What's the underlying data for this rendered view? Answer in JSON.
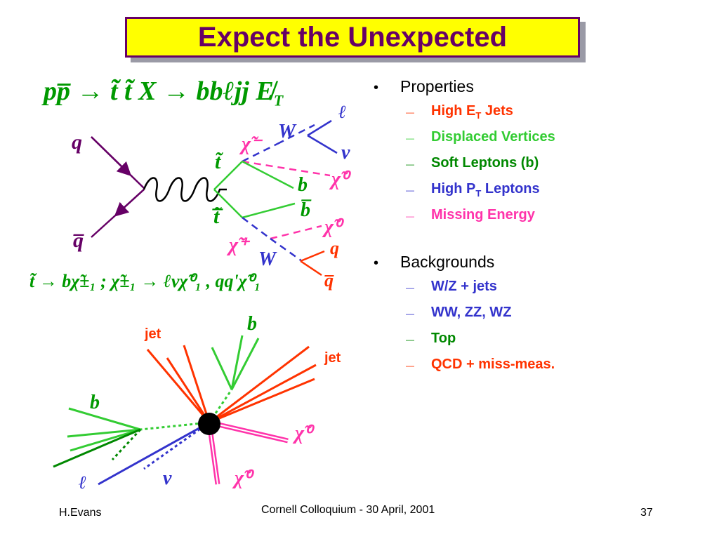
{
  "title": "Expect the Unexpected",
  "reaction": {
    "lhs": "pp̅",
    "arrow1": "→",
    "mid": "t̃ t̃ X",
    "arrow2": "→",
    "rhs": "bbℓjj ",
    "met": "E̸",
    "met_sub": "T"
  },
  "decay": "t̃ → bχ̃±₁ ; χ̃±₁ → ℓνχ̃⁰₁ , qq'χ̃⁰₁",
  "feynman": {
    "q": "q",
    "qbar": "q̅",
    "stop": "t̃",
    "antistop": "t̃̅",
    "chi_minus": "χ̃⁻",
    "chi_plus": "χ̃⁺",
    "W_top": "W",
    "W_bottom": "W",
    "lepton": "ℓ",
    "neutrino": "ν",
    "chi0_top": "χ̃⁰",
    "chi0_bottom": "χ̃⁰",
    "b": "b",
    "bbar": "b̅",
    "q_out": "q",
    "qbar_out": "q̅"
  },
  "event": {
    "jet_left": "jet",
    "jet_right": "jet",
    "b_top": "b",
    "b_left": "b",
    "lepton": "ℓ",
    "neutrino": "ν",
    "chi0_right": "χ̃⁰",
    "chi0_bottom": "χ̃⁰"
  },
  "properties": {
    "heading": "Properties",
    "items": [
      {
        "pre": "High E",
        "sub": "T",
        "post": " Jets",
        "color": "#ff3300"
      },
      {
        "pre": "Displaced Vertices",
        "sub": "",
        "post": "",
        "color": "#33cc33"
      },
      {
        "pre": "Soft Leptons (b)",
        "sub": "",
        "post": "",
        "color": "#008800"
      },
      {
        "pre": "High P",
        "sub": "T",
        "post": " Leptons",
        "color": "#3333cc"
      },
      {
        "pre": "Missing Energy",
        "sub": "",
        "post": "",
        "color": "#ff33aa"
      }
    ]
  },
  "backgrounds": {
    "heading": "Backgrounds",
    "items": [
      {
        "text": "W/Z + jets",
        "color": "#3333cc"
      },
      {
        "text": "WW, ZZ, WZ",
        "color": "#3333cc"
      },
      {
        "text": "Top",
        "color": "#008800"
      },
      {
        "text": "QCD + miss-meas.",
        "color": "#ff3300"
      }
    ]
  },
  "footer": {
    "author": "H.Evans",
    "event": "Cornell Colloquium - 30 April, 2001",
    "page": "37"
  },
  "colors": {
    "title_bg": "#ffff00",
    "title_fg": "#660066",
    "green": "#009900",
    "purple": "#660066",
    "blue": "#3333cc",
    "pink": "#ff33aa",
    "red": "#ff3300"
  }
}
